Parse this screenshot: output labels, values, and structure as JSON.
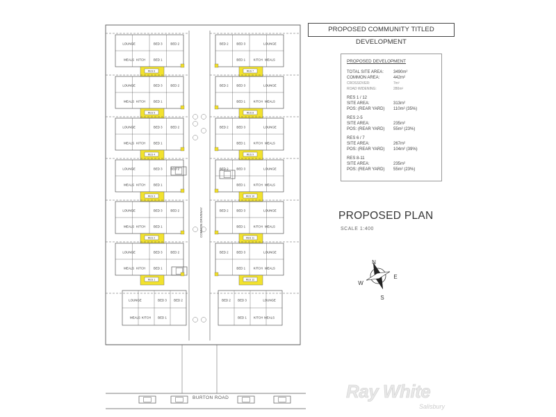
{
  "title_box": "PROPOSED COMMUNITY TITLED DEVELOPMENT",
  "development": {
    "heading": "PROPOSED DEVELOPMENT",
    "rows": [
      {
        "k": "TOTAL SITE AREA:",
        "v": "3490m²",
        "small": false
      },
      {
        "k": "COMMON AREA:",
        "v": "442m²",
        "small": false
      },
      {
        "k": "CROSSOVER:",
        "v": "7m²",
        "small": true
      },
      {
        "k": "ROAD WIDENING:",
        "v": "280m²",
        "small": true
      },
      {
        "gap": true
      },
      {
        "k": "RES 1 / 12",
        "v": "",
        "small": false
      },
      {
        "k": "SITE AREA:",
        "v": "313m²",
        "small": false
      },
      {
        "k": "POS: (REAR YARD)",
        "v": "110m² (35%)",
        "small": false
      },
      {
        "gap": true
      },
      {
        "k": "RES 2-5",
        "v": "",
        "small": false
      },
      {
        "k": "SITE AREA:",
        "v": "235m²",
        "small": false
      },
      {
        "k": "POS: (REAR YARD)",
        "v": "55m² (23%)",
        "small": false
      },
      {
        "gap": true
      },
      {
        "k": "RES 6 / 7",
        "v": "",
        "small": false
      },
      {
        "k": "SITE AREA:",
        "v": "267m²",
        "small": false
      },
      {
        "k": "POS: (REAR YARD)",
        "v": "104m² (39%)",
        "small": false
      },
      {
        "gap": true
      },
      {
        "k": "RES 8-11",
        "v": "",
        "small": false
      },
      {
        "k": "SITE AREA:",
        "v": "235m²",
        "small": false
      },
      {
        "k": "POS: (REAR YARD)",
        "v": "55m² (23%)",
        "small": false
      }
    ]
  },
  "plan_title": "PROPOSED PLAN",
  "plan_scale": "SCALE 1:400",
  "compass": {
    "n": "N",
    "e": "E",
    "s": "S",
    "w": "W"
  },
  "road": "BURTON ROAD",
  "driveway": "COMMON DRIVEWAY",
  "logo": {
    "main": "Ray White",
    "sub": "Salisbury"
  },
  "room_labels": {
    "lounge": "LOUNGE",
    "meals": "MEALS",
    "kitch": "KITCH",
    "bed1": "BED 1",
    "bed2": "BED 2",
    "bed3": "BED 3"
  },
  "left_units": [
    "RES 6",
    "RES 5",
    "RES 4",
    "RES 3",
    "RES 2",
    "RES 1"
  ],
  "right_units": [
    "RES 7",
    "RES 8",
    "RES 9",
    "RES 10",
    "RES 11",
    "RES 12"
  ],
  "colors": {
    "yard": "#f2e22e",
    "line": "#555555",
    "accent": "#f0dd2a"
  }
}
